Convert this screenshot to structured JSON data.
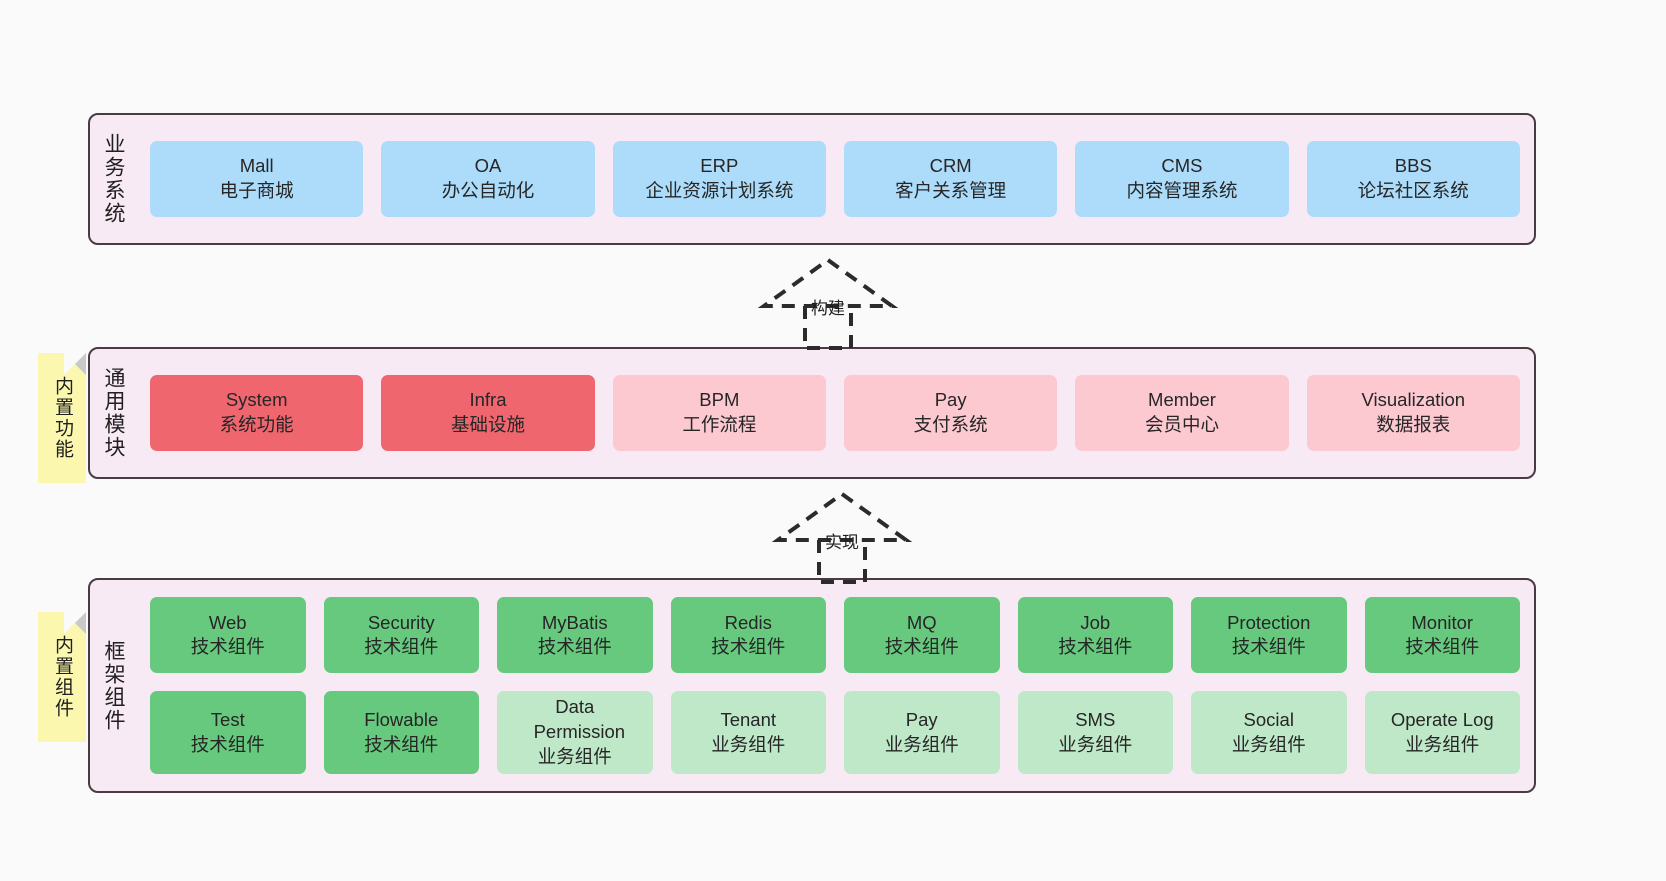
{
  "diagram": {
    "background_color": "#FAFAFA",
    "band_background": "#F8EAF4",
    "band_border": "#4A3A42",
    "note_color": "#FBF7AE"
  },
  "layers": [
    {
      "id": "business",
      "label": "业务系统",
      "item_color": "#ADDCFB",
      "rows": [
        [
          {
            "en": "Mall",
            "cn": "电子商城",
            "color": "#ADDCFB"
          },
          {
            "en": "OA",
            "cn": "办公自动化",
            "color": "#ADDCFB"
          },
          {
            "en": "ERP",
            "cn": "企业资源计划系统",
            "color": "#ADDCFB"
          },
          {
            "en": "CRM",
            "cn": "客户关系管理",
            "color": "#ADDCFB"
          },
          {
            "en": "CMS",
            "cn": "内容管理系统",
            "color": "#ADDCFB"
          },
          {
            "en": "BBS",
            "cn": "论坛社区系统",
            "color": "#ADDCFB"
          }
        ]
      ]
    },
    {
      "id": "common",
      "label": "通用模块",
      "note": "内置功能",
      "rows": [
        [
          {
            "en": "System",
            "cn": "系统功能",
            "color": "#F0666F"
          },
          {
            "en": "Infra",
            "cn": "基础设施",
            "color": "#F0666F"
          },
          {
            "en": "BPM",
            "cn": "工作流程",
            "color": "#FCC9D1"
          },
          {
            "en": "Pay",
            "cn": "支付系统",
            "color": "#FCC9D1"
          },
          {
            "en": "Member",
            "cn": "会员中心",
            "color": "#FCC9D1"
          },
          {
            "en": "Visualization",
            "cn": "数据报表",
            "color": "#FCC9D1"
          }
        ]
      ]
    },
    {
      "id": "framework",
      "label": "框架组件",
      "note": "内置组件",
      "rows": [
        [
          {
            "en": "Web",
            "cn": "技术组件",
            "color": "#66C97E"
          },
          {
            "en": "Security",
            "cn": "技术组件",
            "color": "#66C97E"
          },
          {
            "en": "MyBatis",
            "cn": "技术组件",
            "color": "#66C97E"
          },
          {
            "en": "Redis",
            "cn": "技术组件",
            "color": "#66C97E"
          },
          {
            "en": "MQ",
            "cn": "技术组件",
            "color": "#66C97E"
          },
          {
            "en": "Job",
            "cn": "技术组件",
            "color": "#66C97E"
          },
          {
            "en": "Protection",
            "cn": "技术组件",
            "color": "#66C97E"
          },
          {
            "en": "Monitor",
            "cn": "技术组件",
            "color": "#66C97E"
          }
        ],
        [
          {
            "en": "Test",
            "cn": "技术组件",
            "color": "#66C97E"
          },
          {
            "en": "Flowable",
            "cn": "技术组件",
            "color": "#66C97E"
          },
          {
            "en": "Data Permission",
            "cn": "业务组件",
            "color": "#BFE8C8"
          },
          {
            "en": "Tenant",
            "cn": "业务组件",
            "color": "#BFE8C8"
          },
          {
            "en": "Pay",
            "cn": "业务组件",
            "color": "#BFE8C8"
          },
          {
            "en": "SMS",
            "cn": "业务组件",
            "color": "#BFE8C8"
          },
          {
            "en": "Social",
            "cn": "业务组件",
            "color": "#BFE8C8"
          },
          {
            "en": "Operate Log",
            "cn": "业务组件",
            "color": "#BFE8C8"
          }
        ]
      ]
    }
  ],
  "connectors": [
    {
      "id": "build",
      "label": "构建"
    },
    {
      "id": "implement",
      "label": "实现"
    }
  ]
}
